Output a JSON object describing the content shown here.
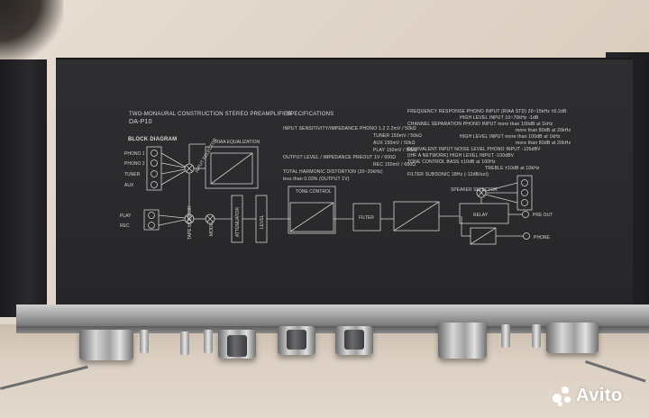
{
  "panel": {
    "title": "TWO-MONAURAL CONSTRUCTION STEREO PREAMPLIFIER",
    "model": "DA-P10",
    "spec_heading": "SPECIFICATIONS",
    "block_diagram_heading": "BLOCK DIAGRAM"
  },
  "specs_left": [
    "INPUT SENSITIVITY/IMPEDANCE  PHONO 1,2   2.2mV / 50kΩ",
    "TUNER   150mV / 50kΩ",
    "AUX   150mV / 50kΩ",
    "PLAY   150mV / 50kΩ",
    "OUTPUT LEVEL / IMPEDANCE   PREOUT   1V / 600Ω",
    "REC   150mV / 680Ω",
    "TOTAL HARMONIC DISTORTION (20~20kHz)",
    "less than 0.03% (OUTPUT 1V)"
  ],
  "specs_right": [
    "FREQUENCY RESPONSE  PHONO INPUT (RIAA STD) 20~15kHz ±0.2dB",
    "HIGH LEVEL INPUT   10~70kHz  -1dB",
    "CHANNEL SEPARATION  PHONO INPUT   more than 100dB at 1kHz",
    "more than 80dB at 20kHz",
    "HIGH LEVEL INPUT   more than 100dB at 1kHz",
    "more than 80dB at 20kHz",
    "EQUIVALENT INPUT NOISE LEVEL   PHONO INPUT   -126dBV",
    "(IHF A NETWORK)   HIGH LEVEL INPUT   -100dBV",
    "TONE CONTROL   BASS   ±10dB at 100Hz",
    "TREBLE   ±10dB at 10kHz",
    "FILTER   SUBSONIC   18Hz (-12dB/oct)"
  ],
  "diagram": {
    "inputs": [
      "PHONO 1",
      "PHONO 2",
      "TUNER",
      "AUX"
    ],
    "tape": [
      "PLAY",
      "REC"
    ],
    "blocks": {
      "riaa": "RIAA EQUALIZATION",
      "selector": "INPUT SELECTOR",
      "tape_monitor": "TAPE MONITOR",
      "mode": "MODE",
      "attenuator": "ATTENUATOR",
      "level": "LEVEL",
      "tone": "TONE CONTROL",
      "filter": "FILTER",
      "speaker_selector": "SPEAKER SELECTOR",
      "relay": "RELAY",
      "pre_out": "PRE OUT",
      "phone": "PHONE"
    }
  },
  "watermark": {
    "text": "Avito"
  },
  "colors": {
    "panel": "#2b2b2e",
    "print": "#d9d9d9",
    "brushed_metal": "#b8b8b9",
    "floor": "#ddd2c5"
  }
}
